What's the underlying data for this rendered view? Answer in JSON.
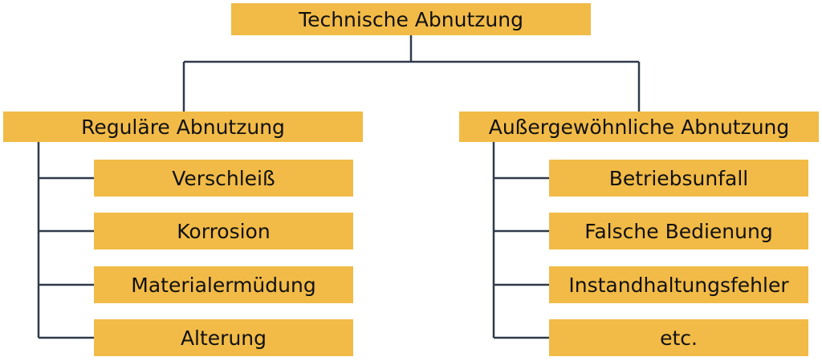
{
  "root": {
    "label": "Technische Abnutzung"
  },
  "branches": [
    {
      "label": "Reguläre Abnutzung",
      "children": [
        "Verschleiß",
        "Korrosion",
        "Materialermüdung",
        "Alterung"
      ]
    },
    {
      "label": "Außergewöhnliche Abnutzung",
      "children": [
        "Betriebsunfall",
        "Falsche Bedienung",
        "Instandhaltungsfehler",
        "etc."
      ]
    }
  ],
  "colors": {
    "box": "#f2bb47",
    "line": "#2f3a4a",
    "text": "#111111"
  }
}
